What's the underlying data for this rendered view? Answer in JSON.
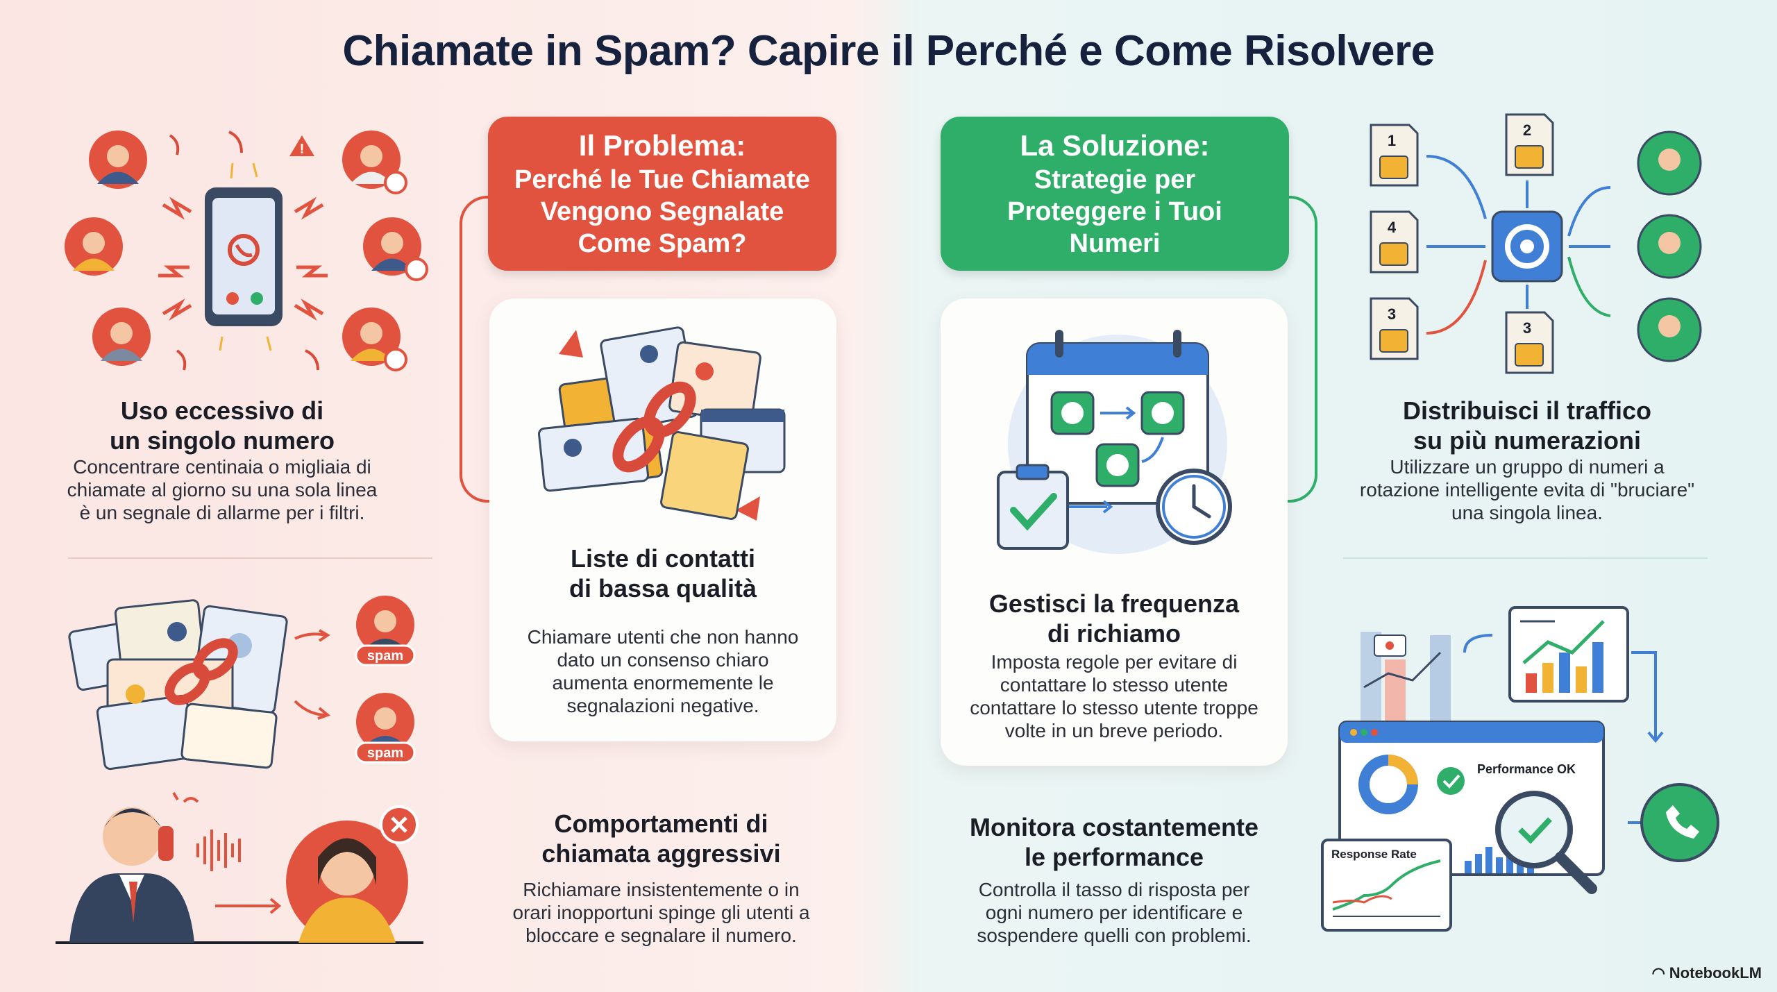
{
  "title": "Chiamate in Spam? Capire il Perché e Come Risolvere",
  "problem": {
    "header_line1": "Il Problema:",
    "header_rest": [
      "Perché le Tue Chiamate",
      "Vengono Segnalate",
      "Come Spam?"
    ],
    "color": "#e2533f",
    "items": [
      {
        "title": [
          "Uso eccessivo di",
          "un singolo numero"
        ],
        "body": [
          "Concentrare centinaia o migliaia di",
          "chiamate al giorno su una sola linea",
          "è un segnale di allarme per i filtri."
        ]
      },
      {
        "title": [
          "Liste di contatti",
          "di bassa qualità"
        ],
        "body": [
          "Chiamare utenti che non hanno",
          "dato un consenso chiaro",
          "aumenta enormemente le",
          "segnalazioni negative."
        ],
        "badges": [
          "spam",
          "spam"
        ]
      },
      {
        "title": [
          "Comportamenti di",
          "chiamata aggressivi"
        ],
        "body": [
          "Richiamare insistentemente o in",
          "orari inopportuni spinge gli utenti a",
          "bloccare e segnalare il numero."
        ]
      }
    ]
  },
  "solution": {
    "header_line1": "La Soluzione:",
    "header_rest": [
      "Strategie per",
      "Proteggere i Tuoi",
      "Numeri"
    ],
    "color": "#2fae6a",
    "items": [
      {
        "title": [
          "Distribuisci il traffico",
          "su più numerazioni"
        ],
        "body": [
          "Utilizzare un gruppo di numeri a",
          "rotazione intelligente evita di \"bruciare\"",
          "una singola linea."
        ],
        "sim_labels": [
          "1",
          "2",
          "4",
          "3",
          "3"
        ]
      },
      {
        "title": [
          "Gestisci la frequenza",
          "di richiamo"
        ],
        "body": [
          "Imposta regole per evitare di",
          "contattare lo stesso utente",
          "contattare lo stesso utente troppe",
          "volte in un breve periodo."
        ]
      },
      {
        "title": [
          "Monitora costantemente",
          "le performance"
        ],
        "body": [
          "Controlla il tasso di risposta per",
          "ogni numero per identificare e",
          "sospendere quelli con problemi."
        ],
        "dashboard_status": "Performance OK",
        "chart_label": "Response Rate"
      }
    ]
  },
  "brand": "NotebookLM"
}
